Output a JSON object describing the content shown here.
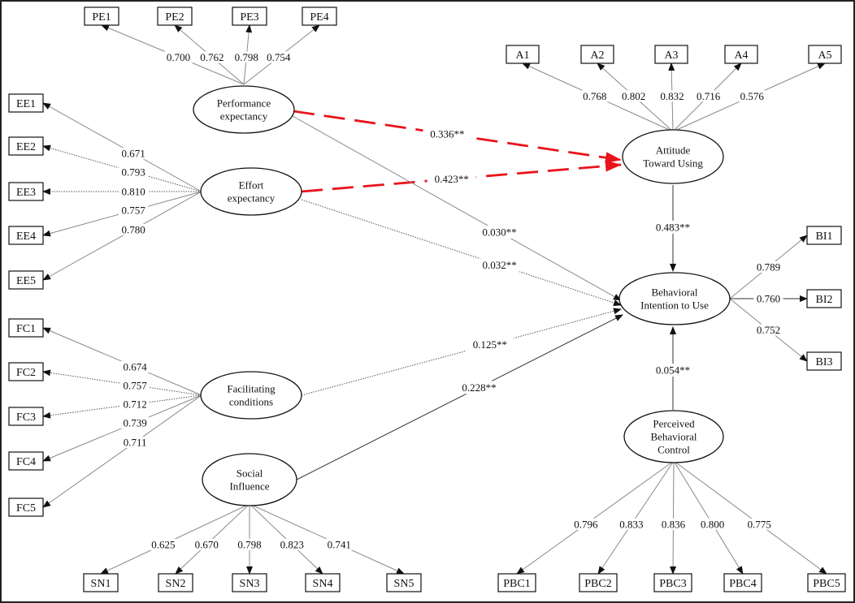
{
  "constructs": [
    {
      "id": "PE",
      "lines": [
        "Performance",
        "expectancy"
      ]
    },
    {
      "id": "EE",
      "lines": [
        "Effort",
        "expectancy"
      ]
    },
    {
      "id": "FC",
      "lines": [
        "Facilitating",
        "conditions"
      ]
    },
    {
      "id": "SI",
      "lines": [
        "Social",
        "Influence"
      ]
    },
    {
      "id": "ATU",
      "lines": [
        "Attitude",
        "Toward Using"
      ]
    },
    {
      "id": "BI",
      "lines": [
        "Behavioral",
        "Intention to Use"
      ]
    },
    {
      "id": "PBC",
      "lines": [
        "Perceived",
        "Behavioral",
        "Control"
      ]
    }
  ],
  "indicators": [
    {
      "name": "PE1",
      "construct": "PE",
      "loading": "0.700"
    },
    {
      "name": "PE2",
      "construct": "PE",
      "loading": "0.762"
    },
    {
      "name": "PE3",
      "construct": "PE",
      "loading": "0.798"
    },
    {
      "name": "PE4",
      "construct": "PE",
      "loading": "0.754"
    },
    {
      "name": "A1",
      "construct": "ATU",
      "loading": "0.768"
    },
    {
      "name": "A2",
      "construct": "ATU",
      "loading": "0.802"
    },
    {
      "name": "A3",
      "construct": "ATU",
      "loading": "0.832"
    },
    {
      "name": "A4",
      "construct": "ATU",
      "loading": "0.716"
    },
    {
      "name": "A5",
      "construct": "ATU",
      "loading": "0.576"
    },
    {
      "name": "EE1",
      "construct": "EE",
      "loading": "0.671"
    },
    {
      "name": "EE2",
      "construct": "EE",
      "loading": "0.793"
    },
    {
      "name": "EE3",
      "construct": "EE",
      "loading": "0.810"
    },
    {
      "name": "EE4",
      "construct": "EE",
      "loading": "0.757"
    },
    {
      "name": "EE5",
      "construct": "EE",
      "loading": "0.780"
    },
    {
      "name": "FC1",
      "construct": "FC",
      "loading": "0.674"
    },
    {
      "name": "FC2",
      "construct": "FC",
      "loading": "0.757"
    },
    {
      "name": "FC3",
      "construct": "FC",
      "loading": "0.712"
    },
    {
      "name": "FC4",
      "construct": "FC",
      "loading": "0.739"
    },
    {
      "name": "FC5",
      "construct": "FC",
      "loading": "0.711"
    },
    {
      "name": "BI1",
      "construct": "BI",
      "loading": "0.789"
    },
    {
      "name": "BI2",
      "construct": "BI",
      "loading": "0.760"
    },
    {
      "name": "BI3",
      "construct": "BI",
      "loading": "0.752"
    },
    {
      "name": "SN1",
      "construct": "SI",
      "loading": "0.625"
    },
    {
      "name": "SN2",
      "construct": "SI",
      "loading": "0.670"
    },
    {
      "name": "SN3",
      "construct": "SI",
      "loading": "0.798"
    },
    {
      "name": "SN4",
      "construct": "SI",
      "loading": "0.823"
    },
    {
      "name": "SN5",
      "construct": "SI",
      "loading": "0.741"
    },
    {
      "name": "PBC1",
      "construct": "PBC",
      "loading": "0.796"
    },
    {
      "name": "PBC2",
      "construct": "PBC",
      "loading": "0.833"
    },
    {
      "name": "PBC3",
      "construct": "PBC",
      "loading": "0.836"
    },
    {
      "name": "PBC4",
      "construct": "PBC",
      "loading": "0.800"
    },
    {
      "name": "PBC5",
      "construct": "PBC",
      "loading": "0.775"
    }
  ],
  "paths": [
    {
      "from": "PE",
      "to": "ATU",
      "coef": "0.336**",
      "highlight": true
    },
    {
      "from": "EE",
      "to": "ATU",
      "coef": "0.423**",
      "highlight": true
    },
    {
      "from": "PE",
      "to": "BI",
      "coef": "0.030**",
      "highlight": false
    },
    {
      "from": "EE",
      "to": "BI",
      "coef": "0.032**",
      "highlight": false
    },
    {
      "from": "ATU",
      "to": "BI",
      "coef": "0.483**",
      "highlight": false
    },
    {
      "from": "FC",
      "to": "BI",
      "coef": "0.125**",
      "highlight": false
    },
    {
      "from": "SI",
      "to": "BI",
      "coef": "0.228**",
      "highlight": false
    },
    {
      "from": "PBC",
      "to": "BI",
      "coef": "0.054**",
      "highlight": false
    }
  ],
  "colors": {
    "highlight": "#e8141b",
    "line": "#888888",
    "stroke": "#111111",
    "frame": "#222222"
  }
}
